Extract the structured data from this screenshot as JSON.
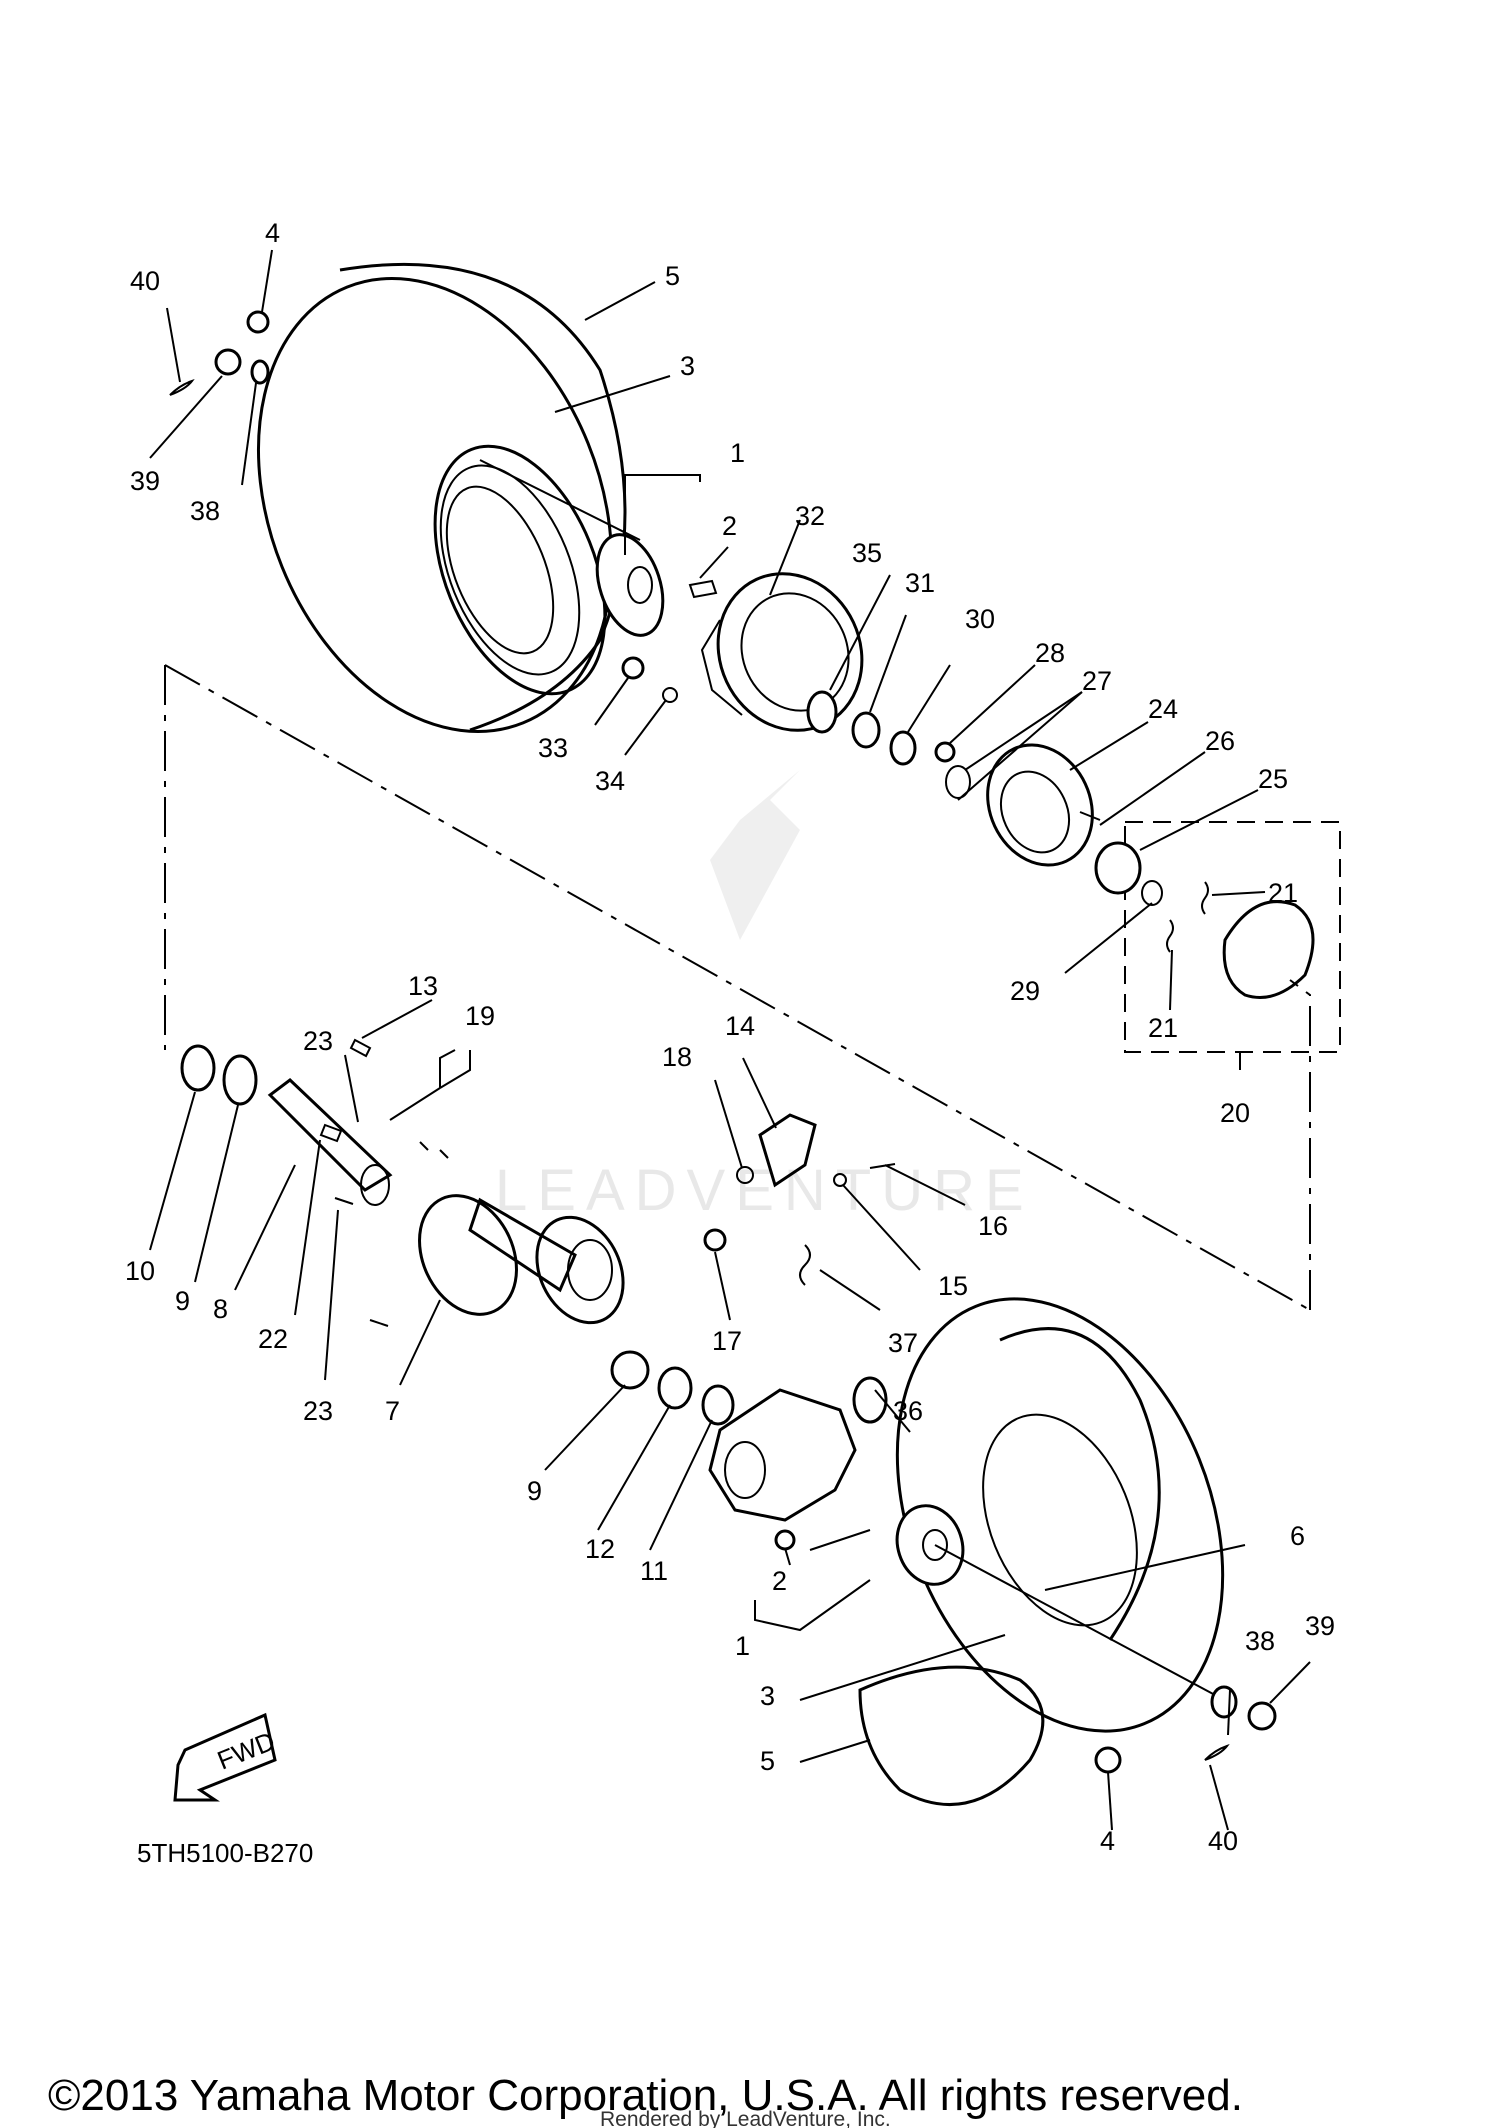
{
  "diagram": {
    "part_code": "5TH5100-B270",
    "fwd_label": "FWD",
    "watermark": "LEADVENTURE",
    "copyright": "©2013 Yamaha Motor Corporation, U.S.A. All rights reserved.",
    "rendered_by": "Rendered by LeadVenture, Inc.",
    "labels": {
      "l1a": "1",
      "l1b": "1",
      "l2a": "2",
      "l2b": "2",
      "l3a": "3",
      "l3b": "3",
      "l4a": "4",
      "l4b": "4",
      "l5a": "5",
      "l5b": "5",
      "l6": "6",
      "l7": "7",
      "l8": "8",
      "l9a": "9",
      "l9b": "9",
      "l10": "10",
      "l11": "11",
      "l12": "12",
      "l13": "13",
      "l14": "14",
      "l15": "15",
      "l16": "16",
      "l17": "17",
      "l18": "18",
      "l19": "19",
      "l20": "20",
      "l21a": "21",
      "l21b": "21",
      "l22": "22",
      "l23a": "23",
      "l23b": "23",
      "l24": "24",
      "l25": "25",
      "l26": "26",
      "l27": "27",
      "l28": "28",
      "l29": "29",
      "l30": "30",
      "l31": "31",
      "l32": "32",
      "l33": "33",
      "l34": "34",
      "l35": "35",
      "l36": "36",
      "l37": "37",
      "l38a": "38",
      "l38b": "38",
      "l39a": "39",
      "l39b": "39",
      "l40a": "40",
      "l40b": "40"
    }
  }
}
